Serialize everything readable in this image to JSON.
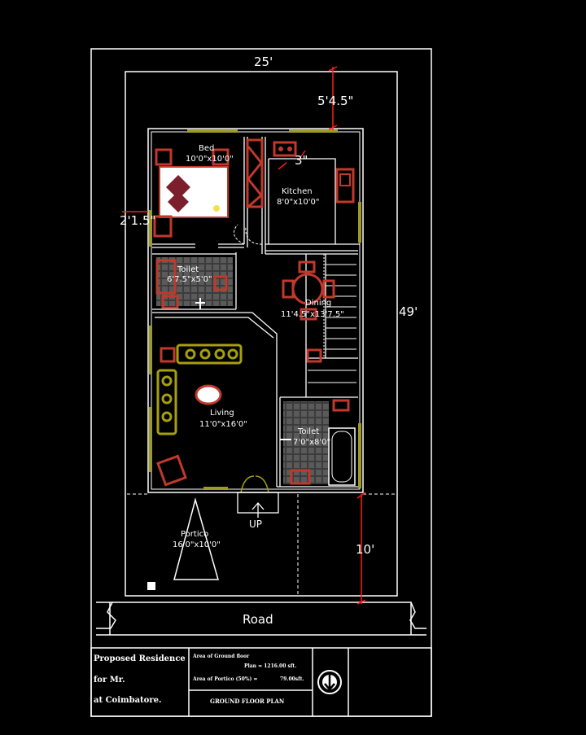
{
  "plot": {
    "width_label": "25'",
    "depth_label": "49'",
    "front_setback_label": "5'4.5\"",
    "side_setback_label": "2'1.5\"",
    "front_open_label": "10'",
    "small_gap_label": "3\""
  },
  "rooms": {
    "bed": {
      "name": "Bed",
      "size": "10'0\"x10'0\""
    },
    "kitchen": {
      "name": "Kitchen",
      "size": "8'0\"x10'0\""
    },
    "toilet1": {
      "name": "Toilet",
      "size": "6'7.5\"x5'0\""
    },
    "dining": {
      "name": "Dining",
      "size": "11'4.5\"x13'7.5\""
    },
    "living": {
      "name": "Living",
      "size": "11'0\"x16'0\""
    },
    "toilet2": {
      "name": "Toilet",
      "size": "7'0\"x8'0\""
    },
    "portico": {
      "name": "Portico",
      "size": "16'0\"x10'0\""
    }
  },
  "entry_label": "UP",
  "road_label": "Road",
  "title_block": {
    "line1": "Proposed Residence",
    "line2": "for Mr.",
    "line3": "at Coimbatore.",
    "area_ground_label": "Area of Ground floor",
    "area_ground_value": "Plan = 1216.00 sft.",
    "area_portico_label": "Area of Portico (50%) =",
    "area_portico_value": "79.00sft.",
    "drawing_title": "GROUND FLOOR PLAN"
  },
  "colors": {
    "lines": "#ffffff",
    "furniture": "#c0392b",
    "sofa": "#a6a00a",
    "window": "#9c9a2a",
    "dimension": "#ff1a1a",
    "tile": "#4a4a4a"
  },
  "icons": [
    "north-arrow-icon",
    "entry-arrow-icon"
  ]
}
